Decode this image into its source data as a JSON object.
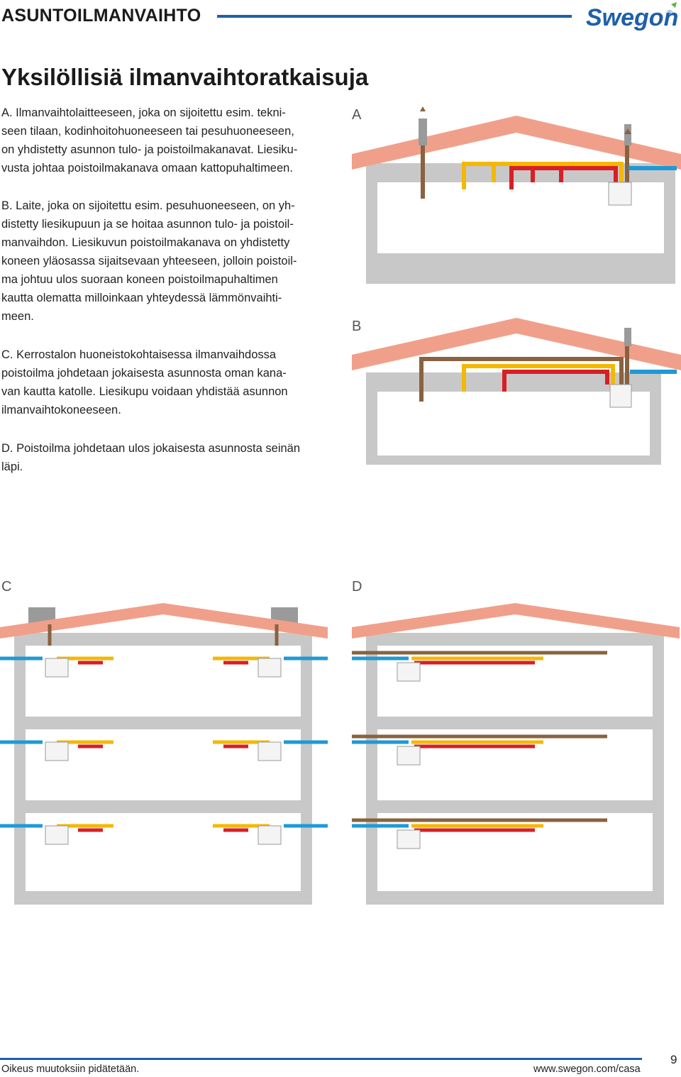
{
  "header": {
    "section": "ASUNTOILMANVAIHTO",
    "logo_text": "Swegon",
    "logo_mark": "®"
  },
  "title": "Yksilöllisiä ilmanvaihtoratkaisuja",
  "paragraphs": {
    "a": "A. Ilmanvaihtolaitteeseen, joka on sijoitettu esim. tekni-\nseen tilaan, kodinhoitohuoneeseen tai pesuhuoneeseen,\non yhdistetty asunnon tulo- ja poistoilmakanavat. Liesiku-\nvusta johtaa poistoilmakanava omaan kattopuhaltimeen.",
    "b": "B. Laite, joka on sijoitettu esim. pesuhuoneeseen, on yh-\ndistetty liesikupuun ja se hoitaa asunnon tulo- ja poistoil-\nmanvaihdon. Liesikuvun poistoilmakanava on yhdistetty\nkoneen yläosassa sijaitsevaan yhteeseen, jolloin poistoil-\nma johtuu ulos suoraan koneen poistoilmapuhaltimen\nkautta olematta milloinkaan yhteydessä lämmönvaihti-\nmeen.",
    "c": "C. Kerrostalon huoneistokohtaisessa ilmanvaihdossa\npoistoilma johdetaan jokaisesta asunnosta oman kana-\nvan kautta katolle. Liesikupu voidaan yhdistää asunnon\nilmanvaihtokoneeseen.",
    "d": "D. Poistoilma johdetaan ulos jokaisesta asunnosta seinän\nläpi."
  },
  "diagram_labels": {
    "a": "A",
    "b": "B",
    "c": "C",
    "d": "D"
  },
  "colors": {
    "roof": "#f0a08a",
    "wall": "#c8c8c8",
    "supply": "#f5b800",
    "extract": "#d81f26",
    "outdoor": "#1e9ad6",
    "exhaust": "#8a6240",
    "unit": "#f4f4f4",
    "accent": "#1f5fa8"
  },
  "footer": {
    "left": "Oikeus muutoksiin pidätetään.",
    "right": "www.swegon.com/casa",
    "page": "9"
  }
}
